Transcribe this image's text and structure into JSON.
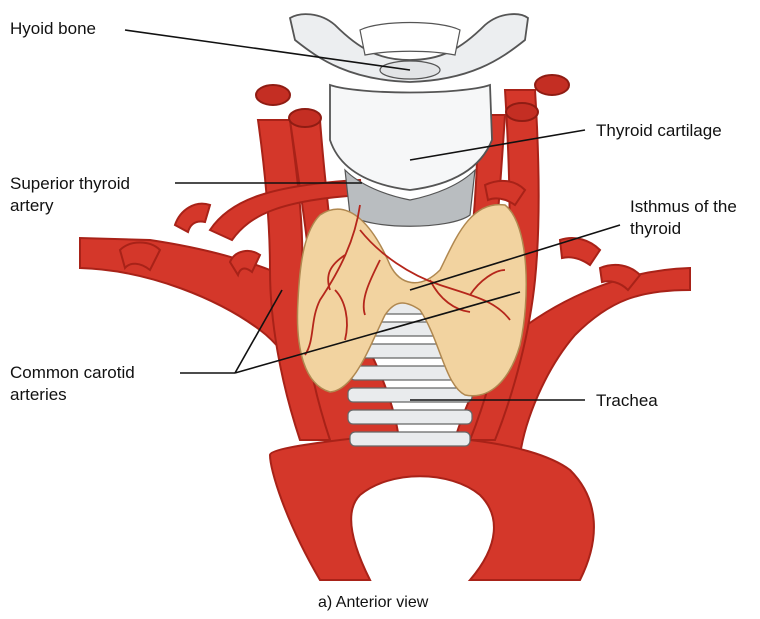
{
  "labels": {
    "hyoid_bone": "Hyoid bone",
    "thyroid_cartilage": "Thyroid cartilage",
    "superior_thyroid_artery": "Superior thyroid\nartery",
    "isthmus": "Isthmus of the\nthyroid",
    "common_carotid": "Common carotid\narteries",
    "trachea": "Trachea"
  },
  "caption": "a) Anterior view",
  "colors": {
    "artery": "#d4372a",
    "artery_dark": "#a82218",
    "thyroid_gland": "#f2d3a0",
    "cartilage": "#e8eaec",
    "bone_outline": "#555555",
    "leader_line": "#111111"
  }
}
